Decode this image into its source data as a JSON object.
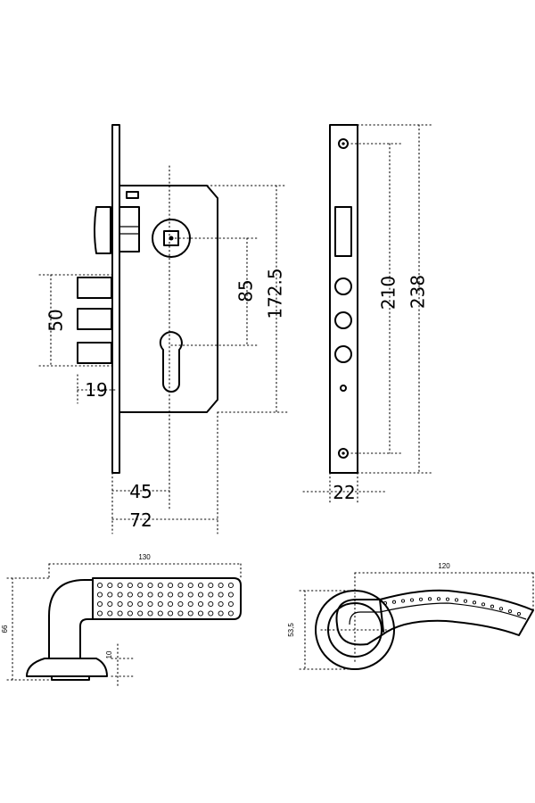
{
  "lock_body_drawing": {
    "dimensions": {
      "backset": "45",
      "body_depth": "72",
      "bolt_spacing_height": "50",
      "latch_throw": "19",
      "cylinder_centre_distance": "85",
      "case_height": "172.5"
    }
  },
  "faceplate_drawing": {
    "dimensions": {
      "faceplate_width": "22",
      "screw_spacing": "210",
      "faceplate_length": "238"
    }
  },
  "handle_side_view": {
    "dimensions": {
      "lever_length": "130",
      "overall_height": "66",
      "rose_thickness": "10"
    }
  },
  "handle_top_view": {
    "dimensions": {
      "lever_length": "120",
      "rose_diameter": "53,5"
    }
  }
}
